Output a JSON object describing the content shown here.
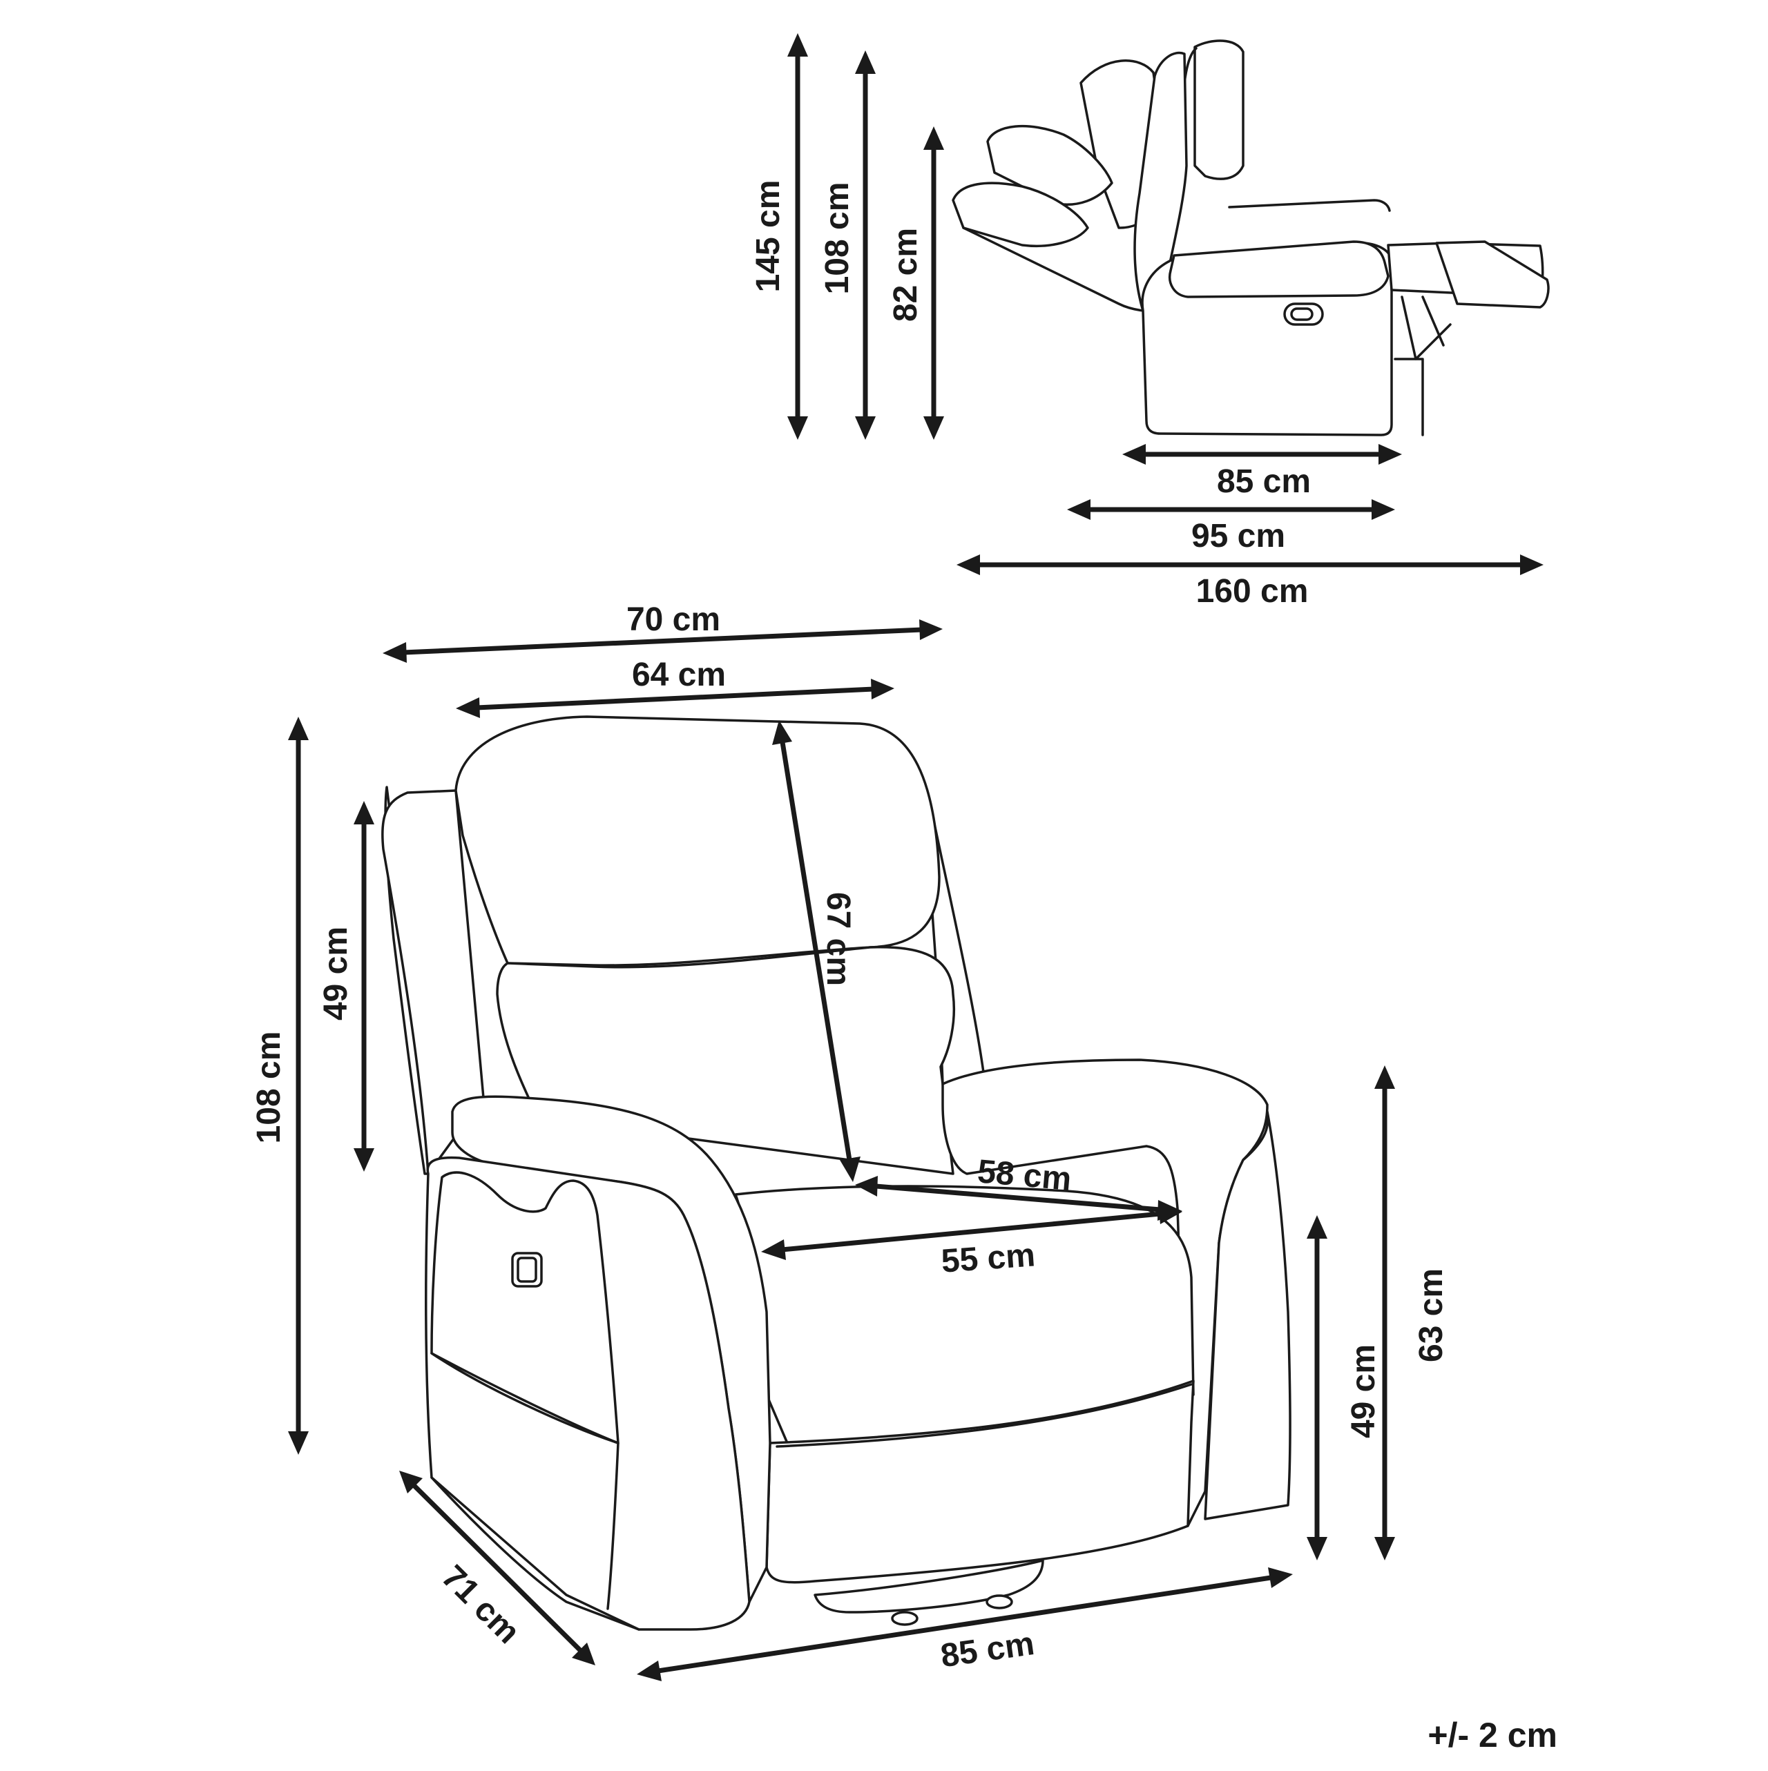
{
  "side_view": {
    "height_reclined_full": "145 cm",
    "height_upright": "108 cm",
    "height_armrest": "82 cm",
    "depth_upright": "85 cm",
    "depth_mid": "95 cm",
    "depth_reclined": "160 cm"
  },
  "front_view": {
    "width_overall": "70 cm",
    "width_back": "64 cm",
    "height_overall": "108 cm",
    "height_arm": "49 cm",
    "backrest_height": "67 cm",
    "seat_width_back": "58 cm",
    "seat_width_front": "55 cm",
    "depth_side": "71 cm",
    "depth_front": "85 cm",
    "seat_height": "49 cm",
    "arm_height": "63 cm"
  },
  "tolerance": "+/- 2 cm"
}
